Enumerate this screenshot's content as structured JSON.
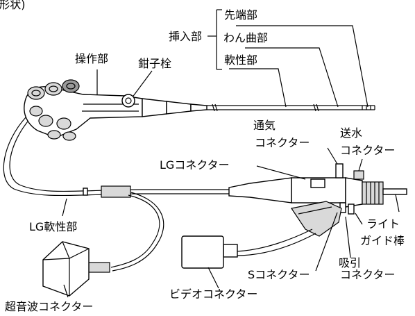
{
  "header_partial": "(形状)",
  "labels": {
    "tip": "先端部",
    "insertion": "挿入部",
    "bending": "わん曲部",
    "flexible": "軟性部",
    "control": "操作部",
    "forceps_plug": "鉗子栓",
    "air": "通気",
    "air_connector": "コネクター",
    "water_feed": "送水",
    "water_connector": "コネクター",
    "lg_connector": "LGコネクター",
    "lg_flexible": "LG軟性部",
    "light_guide_1": "ライト",
    "light_guide_2": "ガイド棒",
    "suction": "吸引",
    "suction_connector": "コネクター",
    "s_connector": "Sコネクター",
    "video_connector": "ビデオコネクター",
    "ultrasound_connector": "超音波コネクター"
  }
}
